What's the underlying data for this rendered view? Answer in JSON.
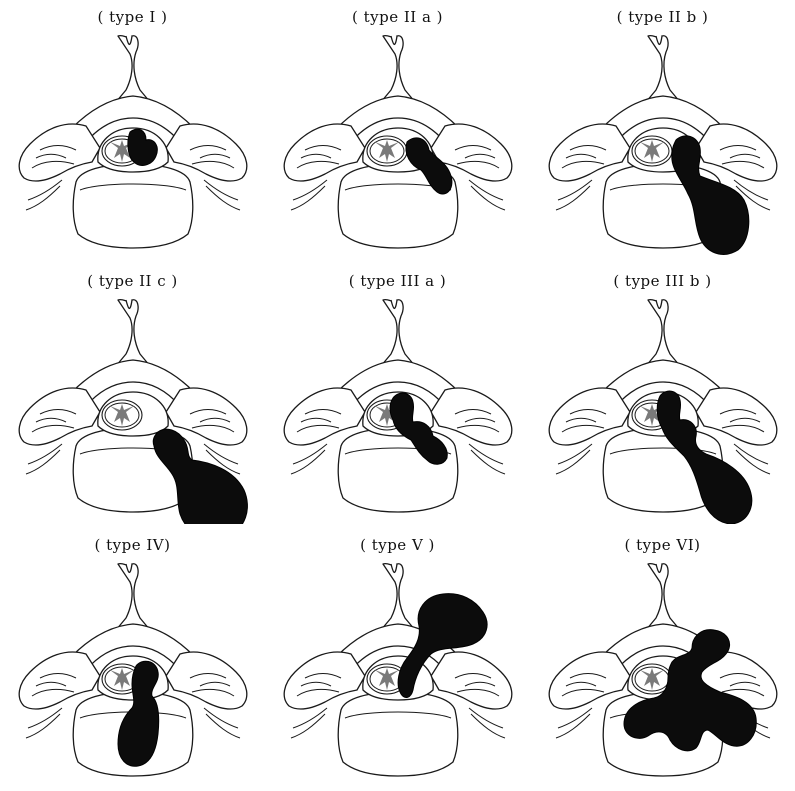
{
  "panels": [
    {
      "label": "( type I )"
    },
    {
      "label": "( type II a )"
    },
    {
      "label": "( type II b )"
    },
    {
      "label": "( type II c )"
    },
    {
      "label": "( type III a )"
    },
    {
      "label": "( type III b )"
    },
    {
      "label": "( type IV)"
    },
    {
      "label": "( type V )"
    },
    {
      "label": "( type VI)"
    }
  ],
  "colors": {
    "tumor": "#0c0c0c",
    "bone_outline": "#1a1a1a",
    "gray_matter": "#7a7a7a"
  }
}
